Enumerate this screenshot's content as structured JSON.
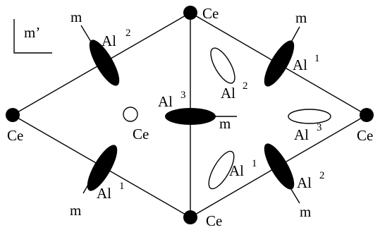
{
  "diagram": {
    "symmetry_label": "m’",
    "mirror_label": "m",
    "atoms": {
      "ce_top": "Ce",
      "ce_left": "Ce",
      "ce_right": "Ce",
      "ce_bottom": "Ce",
      "ce_center": "Ce"
    },
    "aluminium": {
      "element": "Al",
      "al_upper_left_index": "2",
      "al_lower_left_index": "1",
      "al_center_index": "3",
      "al_upper_right_index": "1",
      "al_lower_right_index": "2",
      "al_open_upper_index": "2",
      "al_open_right_index": "3",
      "al_open_lower_index": "1"
    },
    "colors": {
      "ink": "#000000",
      "paper": "#ffffff"
    }
  }
}
